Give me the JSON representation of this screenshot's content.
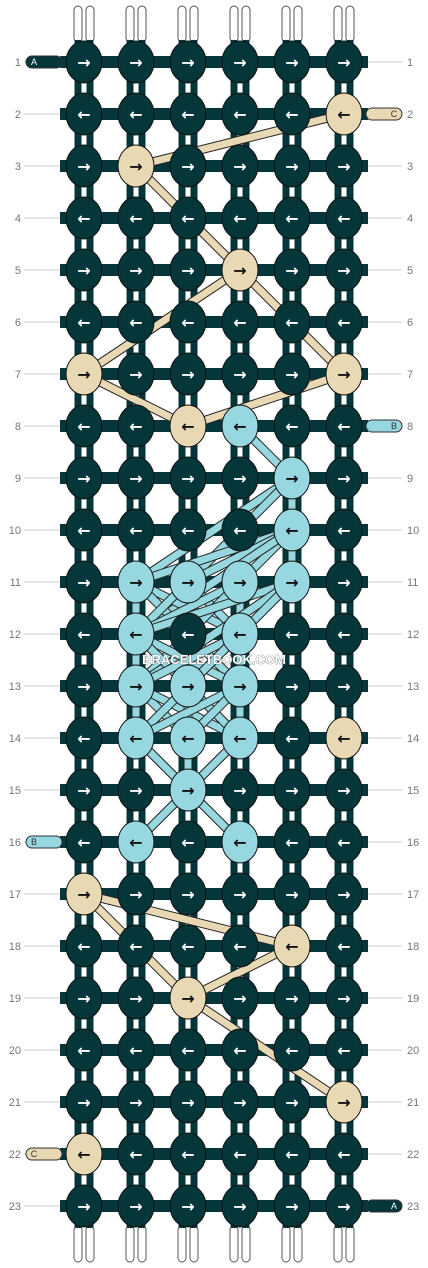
{
  "watermark": "BRACELETBOOK.COM",
  "colors": {
    "A": "#05363a",
    "B": "#96d7e0",
    "C": "#e8d8b4"
  },
  "string_labels": {
    "left_top": "A",
    "right_top_2": "C",
    "right_8": "B",
    "left_16": "B",
    "left_22": "C",
    "right_bottom": "A"
  },
  "row_numbers": [
    "1",
    "2",
    "3",
    "4",
    "5",
    "6",
    "7",
    "8",
    "9",
    "10",
    "11",
    "12",
    "13",
    "14",
    "15",
    "16",
    "17",
    "18",
    "19",
    "20",
    "21",
    "22",
    "23"
  ],
  "knots": [
    {
      "row": 1,
      "arrows": [
        "→",
        "→",
        "→",
        "→",
        "→",
        "→"
      ],
      "colors": [
        "A",
        "A",
        "A",
        "A",
        "A",
        "A"
      ]
    },
    {
      "row": 2,
      "arrows": [
        "←",
        "←",
        "←",
        "←",
        "←",
        "←"
      ],
      "colors": [
        "A",
        "A",
        "A",
        "A",
        "A",
        "C"
      ]
    },
    {
      "row": 3,
      "arrows": [
        "→",
        "→",
        "→",
        "→",
        "→",
        "→"
      ],
      "colors": [
        "A",
        "C",
        "A",
        "A",
        "A",
        "A"
      ]
    },
    {
      "row": 4,
      "arrows": [
        "←",
        "←",
        "←",
        "←",
        "←",
        "←"
      ],
      "colors": [
        "A",
        "A",
        "A",
        "A",
        "A",
        "A"
      ]
    },
    {
      "row": 5,
      "arrows": [
        "→",
        "→",
        "→",
        "→",
        "→",
        "→"
      ],
      "colors": [
        "A",
        "A",
        "A",
        "C",
        "A",
        "A"
      ]
    },
    {
      "row": 6,
      "arrows": [
        "←",
        "←",
        "←",
        "←",
        "←",
        "←"
      ],
      "colors": [
        "A",
        "A",
        "A",
        "A",
        "A",
        "A"
      ]
    },
    {
      "row": 7,
      "arrows": [
        "→",
        "→",
        "→",
        "→",
        "→",
        "→"
      ],
      "colors": [
        "C",
        "A",
        "A",
        "A",
        "A",
        "C"
      ]
    },
    {
      "row": 8,
      "arrows": [
        "←",
        "←",
        "←",
        "←",
        "←",
        "←"
      ],
      "colors": [
        "A",
        "A",
        "C",
        "B",
        "A",
        "A"
      ]
    },
    {
      "row": 9,
      "arrows": [
        "→",
        "→",
        "→",
        "→",
        "→",
        "→"
      ],
      "colors": [
        "A",
        "A",
        "A",
        "A",
        "B",
        "A"
      ]
    },
    {
      "row": 10,
      "arrows": [
        "←",
        "←",
        "←",
        "←",
        "←",
        "←"
      ],
      "colors": [
        "A",
        "A",
        "A",
        "A",
        "B",
        "A"
      ]
    },
    {
      "row": 11,
      "arrows": [
        "→",
        "→",
        "→",
        "→",
        "→",
        "→"
      ],
      "colors": [
        "A",
        "B",
        "B",
        "B",
        "B",
        "A"
      ]
    },
    {
      "row": 12,
      "arrows": [
        "←",
        "←",
        "←",
        "←",
        "←",
        "←"
      ],
      "colors": [
        "A",
        "B",
        "A",
        "B",
        "A",
        "A"
      ]
    },
    {
      "row": 13,
      "arrows": [
        "→",
        "→",
        "→",
        "→",
        "→",
        "→"
      ],
      "colors": [
        "A",
        "B",
        "B",
        "B",
        "A",
        "A"
      ]
    },
    {
      "row": 14,
      "arrows": [
        "←",
        "←",
        "←",
        "←",
        "←",
        "←"
      ],
      "colors": [
        "A",
        "B",
        "B",
        "B",
        "A",
        "C"
      ]
    },
    {
      "row": 15,
      "arrows": [
        "→",
        "→",
        "→",
        "→",
        "→",
        "→"
      ],
      "colors": [
        "A",
        "A",
        "B",
        "A",
        "A",
        "A"
      ]
    },
    {
      "row": 16,
      "arrows": [
        "←",
        "←",
        "←",
        "←",
        "←",
        "←"
      ],
      "colors": [
        "A",
        "B",
        "A",
        "B",
        "A",
        "A"
      ]
    },
    {
      "row": 17,
      "arrows": [
        "→",
        "→",
        "→",
        "→",
        "→",
        "→"
      ],
      "colors": [
        "C",
        "A",
        "A",
        "A",
        "A",
        "A"
      ]
    },
    {
      "row": 18,
      "arrows": [
        "←",
        "←",
        "←",
        "←",
        "←",
        "←"
      ],
      "colors": [
        "A",
        "A",
        "A",
        "A",
        "C",
        "A"
      ]
    },
    {
      "row": 19,
      "arrows": [
        "→",
        "→",
        "→",
        "→",
        "→",
        "→"
      ],
      "colors": [
        "A",
        "A",
        "C",
        "A",
        "A",
        "A"
      ]
    },
    {
      "row": 20,
      "arrows": [
        "←",
        "←",
        "←",
        "←",
        "←",
        "←"
      ],
      "colors": [
        "A",
        "A",
        "A",
        "A",
        "A",
        "A"
      ]
    },
    {
      "row": 21,
      "arrows": [
        "→",
        "→",
        "→",
        "→",
        "→",
        "→"
      ],
      "colors": [
        "A",
        "A",
        "A",
        "A",
        "A",
        "C"
      ]
    },
    {
      "row": 22,
      "arrows": [
        "←",
        "←",
        "←",
        "←",
        "←",
        "←"
      ],
      "colors": [
        "C",
        "A",
        "A",
        "A",
        "A",
        "A"
      ]
    },
    {
      "row": 23,
      "arrows": [
        "→",
        "→",
        "→",
        "→",
        "→",
        "→"
      ],
      "colors": [
        "A",
        "A",
        "A",
        "A",
        "A",
        "A"
      ]
    }
  ]
}
